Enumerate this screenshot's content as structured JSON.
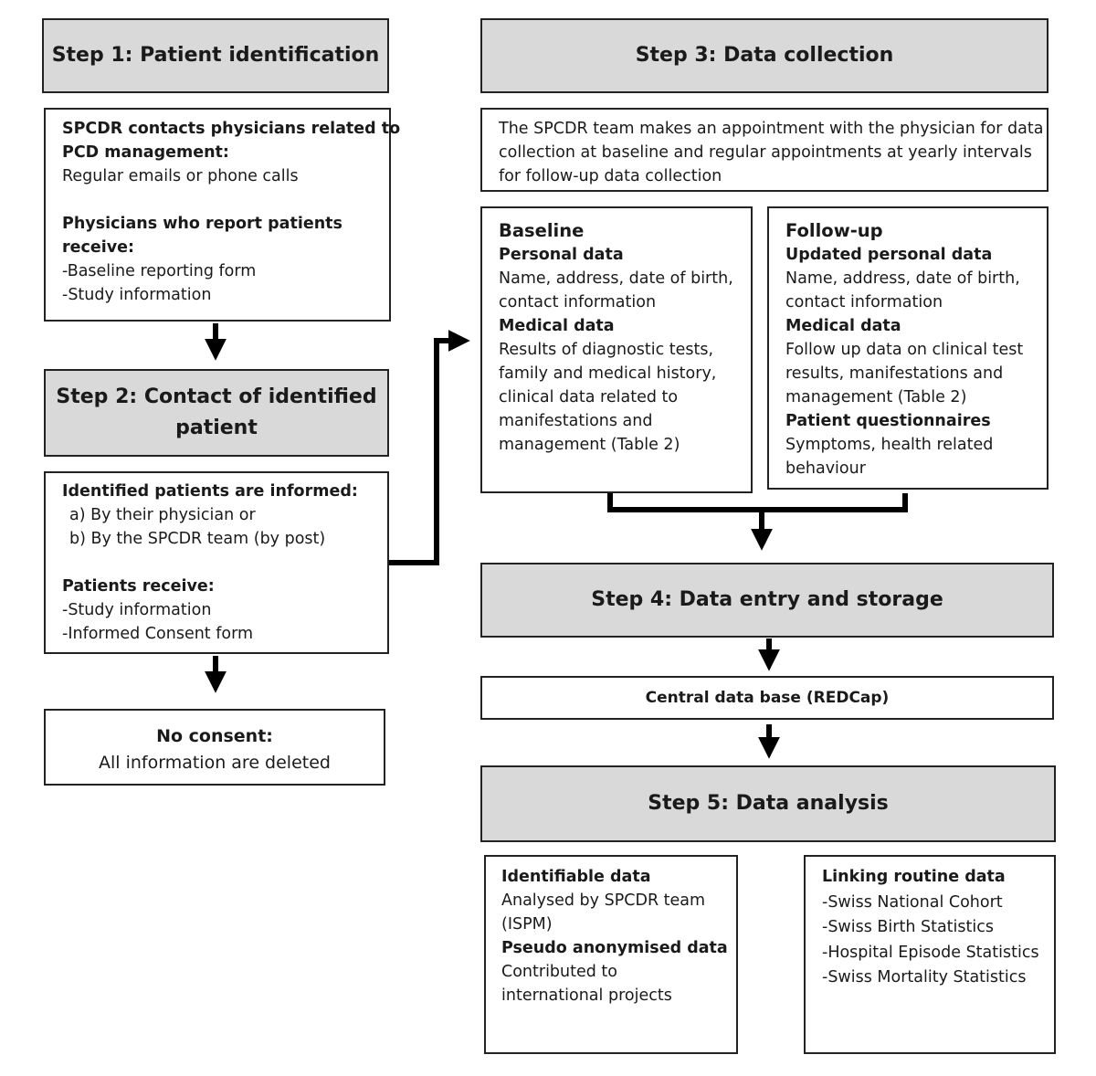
{
  "step1": {
    "title": "Step 1: Patient identification",
    "contacts_heading_1": "SPCDR contacts physicians related to",
    "contacts_heading_2": "PCD management:",
    "contacts_text": "Regular emails or phone calls",
    "receive_heading_1": "Physicians who report patients",
    "receive_heading_2": "receive:",
    "receive_items": [
      "-Baseline reporting form",
      "-Study information"
    ]
  },
  "step2": {
    "title_line1": "Step 2: Contact of identified",
    "title_line2": "patient",
    "informed_heading": "Identified patients are informed:",
    "informed_items": [
      "a)  By their physician or",
      "b)  By the SPCDR team (by post)"
    ],
    "receive_heading": "Patients receive:",
    "receive_items": [
      "-Study information",
      "-Informed Consent form"
    ]
  },
  "no_consent": {
    "title": "No consent:",
    "text": "All information are deleted"
  },
  "step3": {
    "title": "Step 3: Data collection",
    "intro_lines": [
      "The SPCDR team makes an appointment with the physician for data",
      "collection at baseline and regular appointments at yearly intervals",
      "for follow-up data collection"
    ],
    "baseline": {
      "title": "Baseline",
      "personal_heading": "Personal data",
      "personal_lines": [
        "Name, address, date of birth,",
        "contact information"
      ],
      "medical_heading": "Medical data",
      "medical_lines": [
        "Results of diagnostic tests,",
        "family and medical history,",
        "clinical data related to",
        "manifestations and",
        "management (Table 2)"
      ]
    },
    "followup": {
      "title": "Follow-up",
      "personal_heading": "Updated personal data",
      "personal_lines": [
        "Name, address, date of birth,",
        "contact information"
      ],
      "medical_heading": "Medical data",
      "medical_lines": [
        "Follow up data on clinical test",
        "results, manifestations and",
        "management (Table 2)"
      ],
      "questionnaire_heading": "Patient questionnaires",
      "questionnaire_lines": [
        "Symptoms, health related",
        "behaviour"
      ]
    }
  },
  "step4": {
    "title": "Step 4: Data entry and storage",
    "database": "Central data base (REDCap)"
  },
  "step5": {
    "title": "Step 5: Data analysis",
    "identifiable": {
      "heading": "Identifiable data",
      "lines": [
        "Analysed by SPCDR team",
        "(ISPM)"
      ],
      "pseudo_heading": "Pseudo anonymised data",
      "pseudo_lines": [
        "Contributed to",
        "international projects"
      ]
    },
    "linking": {
      "heading": "Linking routine data",
      "items": [
        "-Swiss National Cohort",
        "-Swiss Birth Statistics",
        "-Hospital Episode Statistics",
        "-Swiss Mortality Statistics"
      ]
    }
  }
}
